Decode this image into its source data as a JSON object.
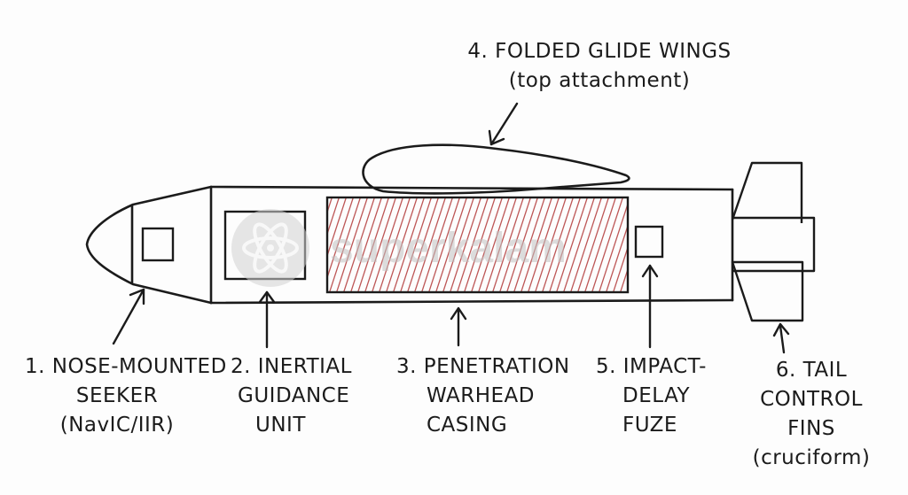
{
  "watermark": {
    "text": "superkalam",
    "icon": "atom-icon"
  },
  "colors": {
    "ink": "#1b1b1b",
    "hatch": "#b23a3a",
    "watermark": "#c4c4c4"
  },
  "labels": {
    "seeker": [
      "1. NOSE-MOUNTED",
      "SEEKER",
      "(NavIC/IIR)"
    ],
    "guidance": [
      "2. INERTIAL",
      "GUIDANCE",
      "UNIT"
    ],
    "warhead": [
      "3. PENETRATION",
      "WARHEAD",
      "CASING"
    ],
    "wings": [
      "4. FOLDED GLIDE WINGS",
      "(top attachment)"
    ],
    "fuze": [
      "5. IMPACT-",
      "DELAY",
      "FUZE"
    ],
    "fins": [
      "6. TAIL",
      "CONTROL",
      "FINS",
      "(cruciform)"
    ]
  }
}
